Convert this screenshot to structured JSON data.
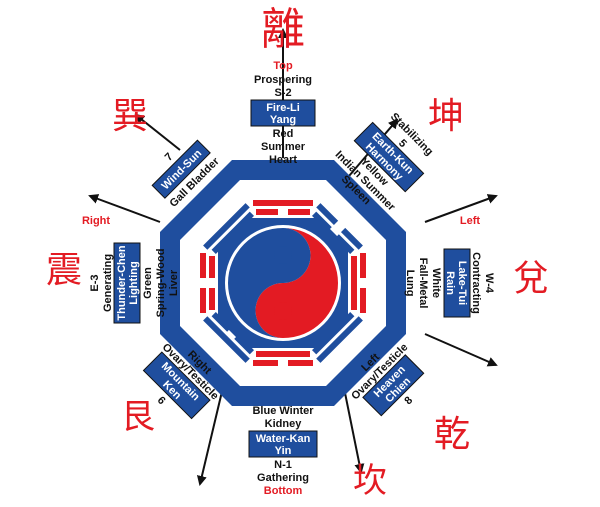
{
  "colors": {
    "red": "#e31b23",
    "blue": "#1f4e9e",
    "black": "#111111",
    "white": "#ffffff"
  },
  "chars": {
    "top": "離",
    "top_right": "坤",
    "right": "兌",
    "bottom_right": "乾",
    "bottom": "坎",
    "bottom_left": "艮",
    "left": "震",
    "top_left": "巽"
  },
  "sectors": {
    "top": {
      "direction": "Top",
      "lines": [
        "Prospering",
        "S-2"
      ],
      "box": [
        "Fire-Li",
        "Yang"
      ],
      "after": [
        "Red",
        "Summer",
        "Heart"
      ]
    },
    "top_right": {
      "lines": [
        "Stabilizing",
        "5"
      ],
      "box": [
        "Earth-Kun",
        "Harmony"
      ],
      "after": [
        "Yellow",
        "Indian Summer",
        "Spleen"
      ]
    },
    "right": {
      "direction": "Left",
      "lines": [
        "W-4",
        "Contracting"
      ],
      "box": [
        "Lake-Tui",
        "Rain"
      ],
      "after": [
        "White",
        "Fall-Metal",
        "Lung"
      ]
    },
    "bottom_right": {
      "lines": [
        "Left",
        "Ovary/Testicle"
      ],
      "box": [
        "Heaven",
        "Chien"
      ],
      "after": [
        "8"
      ]
    },
    "bottom": {
      "lines": [
        "Blue Winter",
        "Kidney"
      ],
      "box": [
        "Water-Kan",
        "Yin"
      ],
      "after": [
        "N-1",
        "Gathering"
      ],
      "direction": "Bottom"
    },
    "bottom_left": {
      "lines": [
        "Right",
        "Ovary/Testicle"
      ],
      "box": [
        "Mountain",
        "Ken"
      ],
      "after": [
        "6"
      ]
    },
    "left": {
      "direction": "Right",
      "lines": [
        "E-3",
        "Generating"
      ],
      "box": [
        "Thunder-Chen",
        "Lighting"
      ],
      "after": [
        "Green",
        "Spring-Wood",
        "Liver"
      ]
    },
    "top_left": {
      "lines": [
        "7"
      ],
      "box": [
        "Wind-Sun"
      ],
      "after": [
        "Gall Bladder"
      ]
    }
  }
}
